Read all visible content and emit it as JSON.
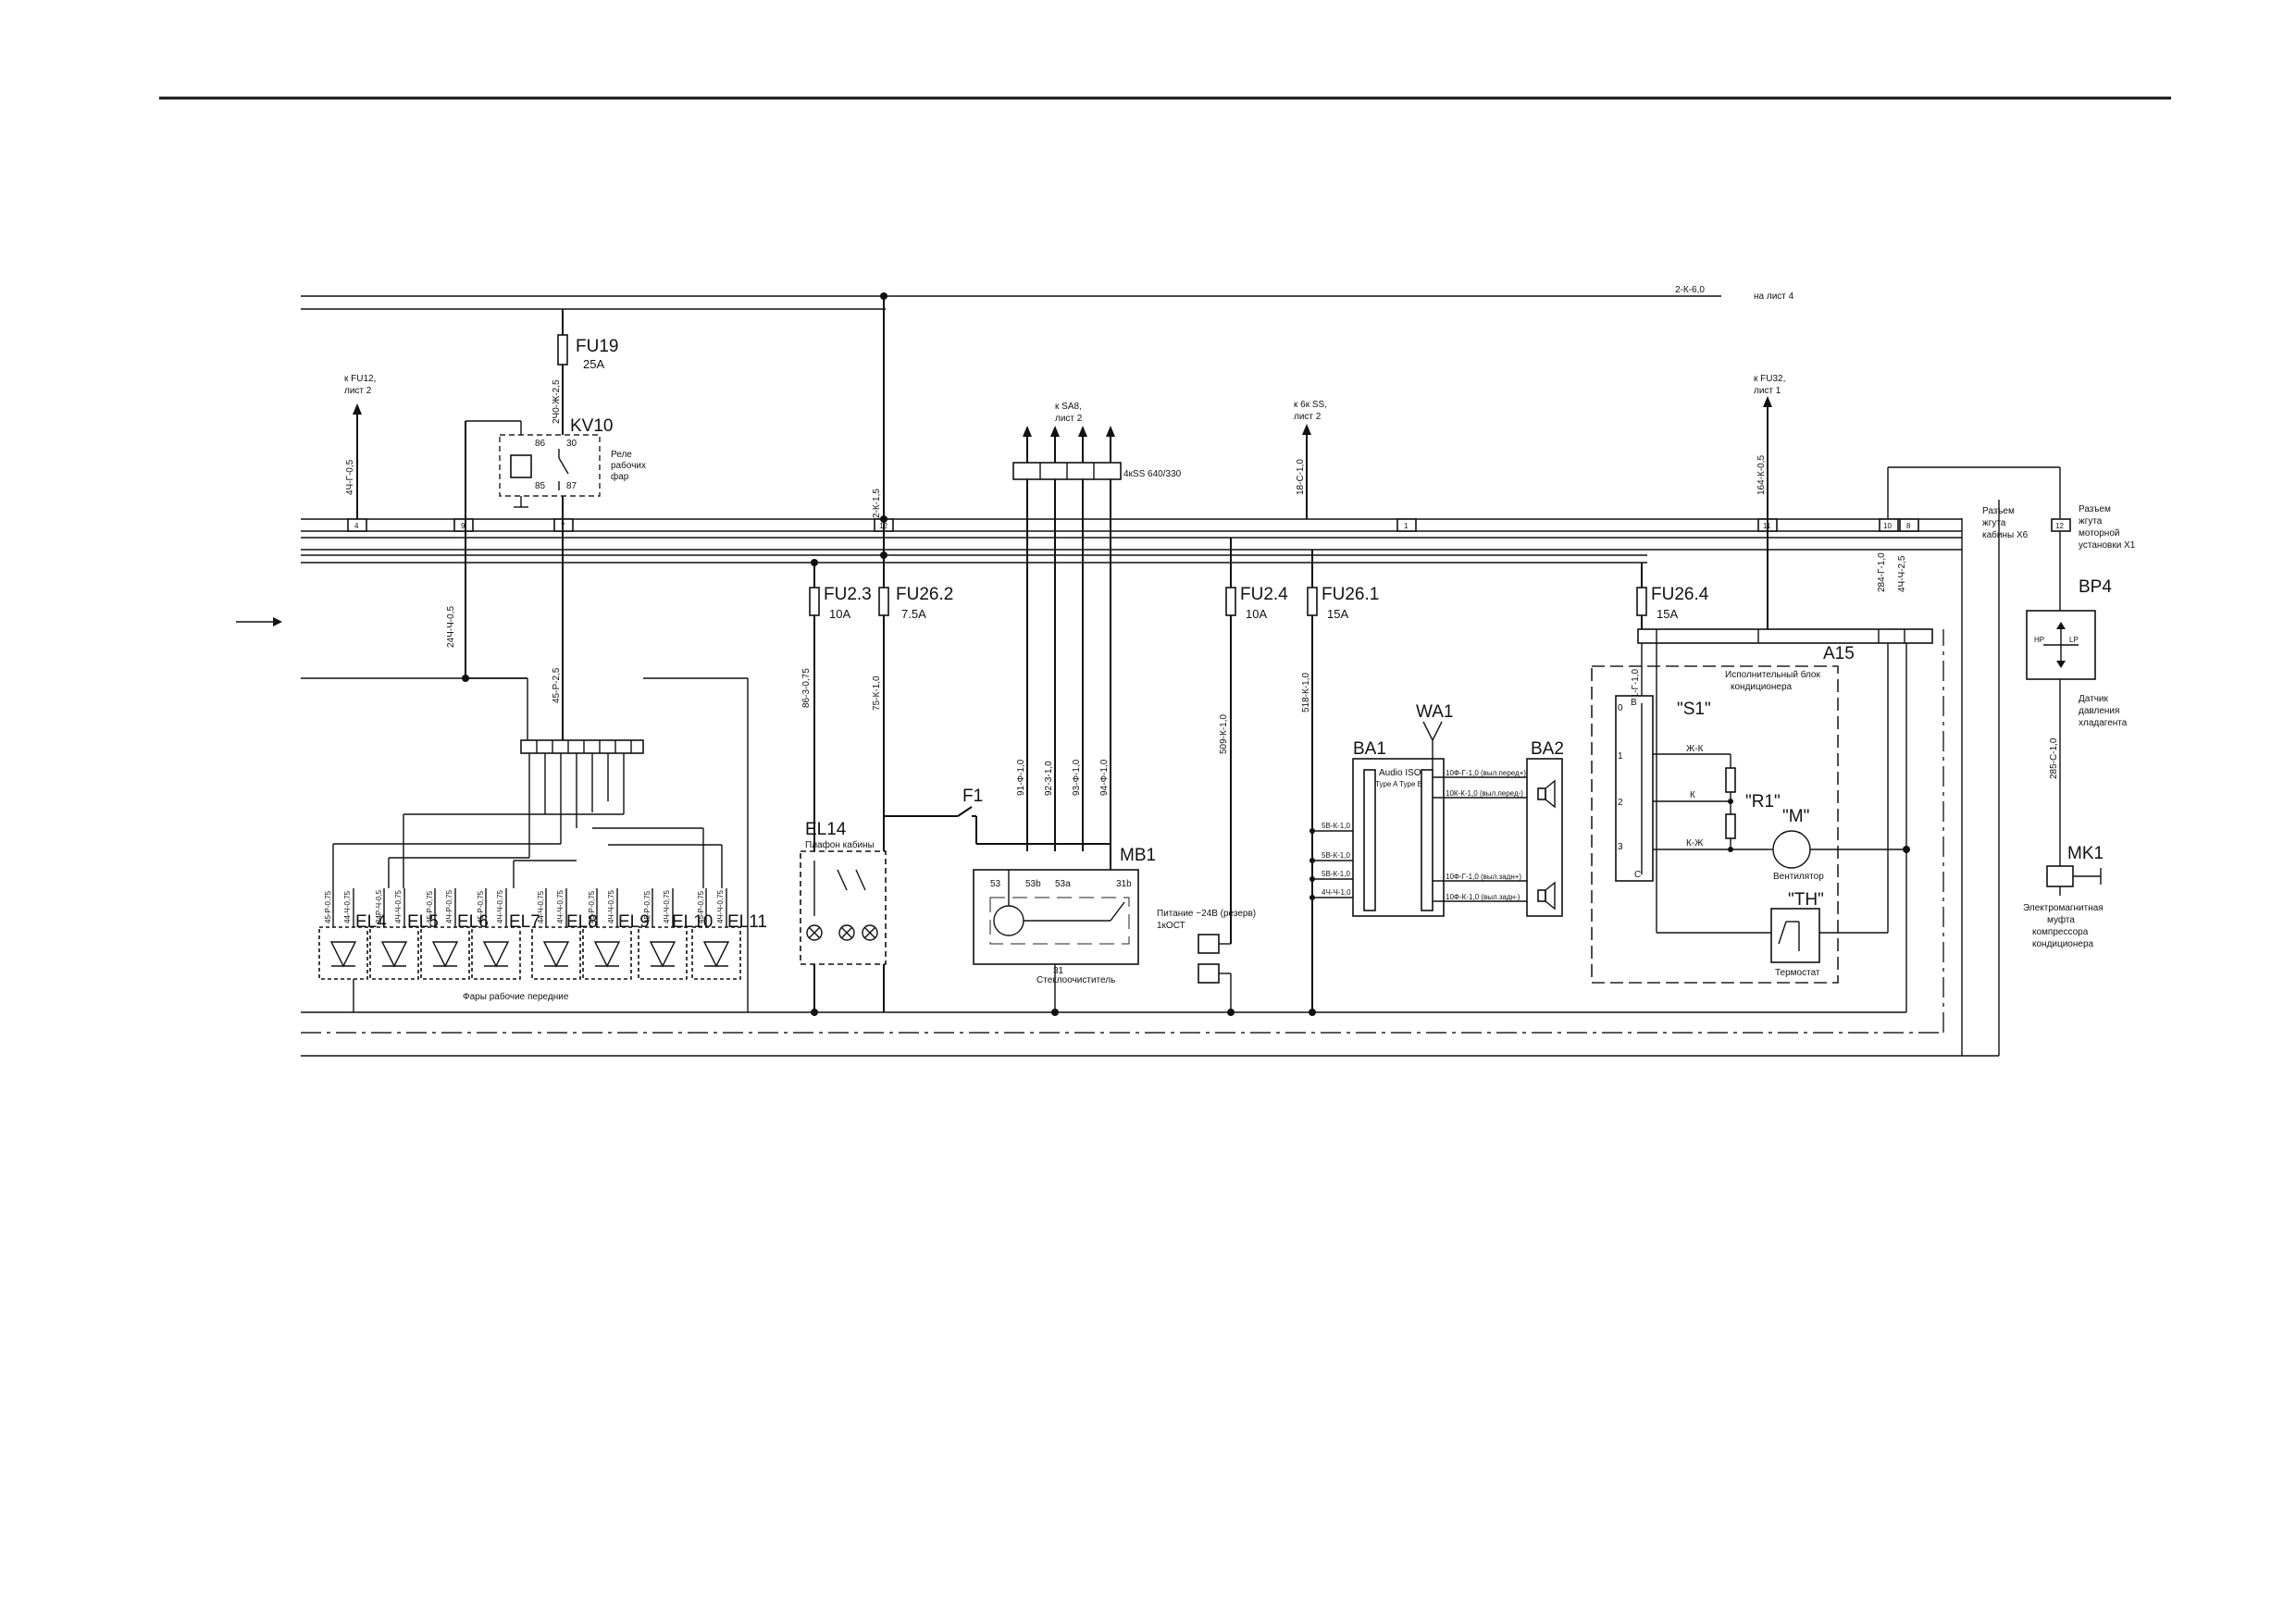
{
  "components": {
    "fu19": {
      "id": "FU19",
      "rating": "25A"
    },
    "kv10": {
      "id": "KV10",
      "desc": [
        "Реле",
        "рабочих",
        "фар"
      ],
      "pins": [
        "86",
        "30",
        "85",
        "87"
      ]
    },
    "fu2_3": {
      "id": "FU2.3",
      "rating": "10A"
    },
    "fu26_2": {
      "id": "FU26.2",
      "rating": "7.5A"
    },
    "fu2_4": {
      "id": "FU2.4",
      "rating": "10A"
    },
    "fu26_1": {
      "id": "FU26.1",
      "rating": "15A"
    },
    "fu26_4": {
      "id": "FU26.4",
      "rating": "15A"
    },
    "el14": {
      "id": "EL14",
      "desc": "Плафон кабины"
    },
    "f1": {
      "id": "F1"
    },
    "mb1": {
      "id": "MB1",
      "desc": "Стеклоочиститель",
      "pins": [
        "53",
        "53b",
        "53a",
        "31b",
        "31"
      ]
    },
    "ba1": {
      "id": "BA1",
      "desc": [
        "Audio ISO",
        "Type A Type B"
      ]
    },
    "wa1": {
      "id": "WA1"
    },
    "ba2": {
      "id": "BA2"
    },
    "a15": {
      "id": "A15",
      "desc": [
        "Исполнительный блок",
        "кондиционера"
      ]
    },
    "s1": {
      "id": "\"S1\""
    },
    "r1": {
      "id": "\"R1\""
    },
    "m": {
      "id": "\"M\"",
      "desc": "Вентилятор"
    },
    "th": {
      "id": "\"TH\"",
      "desc": "Термостат"
    },
    "bp4": {
      "id": "BP4",
      "desc": [
        "Датчик",
        "давления",
        "хладагента"
      ],
      "pins": [
        "HP",
        "LP"
      ]
    },
    "mk1": {
      "id": "MK1",
      "desc": [
        "Электромагнитная",
        "муфта",
        "компрессора",
        "кондиционера"
      ]
    },
    "lamps": [
      "EL4",
      "EL5",
      "EL6",
      "EL7",
      "EL8",
      "EL9",
      "EL10",
      "EL11"
    ],
    "lamp_wires": [
      "45-Р-0,75",
      "44-Ч-0,75",
      "24Р-Ч-0,5",
      "4Ч-Ч-0,75",
      "45-Р-0,75",
      "4Ч-Р-0,75",
      "45-Р-0,75",
      "4Ч-Ч-0,75",
      "44-Ч-0,75",
      "4Ч-Ч-0,75",
      "45-Р-0,75",
      "4Ч-Ч-0,75",
      "45-Р-0,75",
      "4Ч-Ч-0,75",
      "45-Р-0,75",
      "4Ч-Ч-0,75"
    ],
    "lamps_caption": "Фары рабочие передние"
  },
  "labels": {
    "top_wire": "2-К-6,0",
    "to_sheet4": "на лист 4",
    "to_fu12": [
      "к FU12,",
      "лист 2"
    ],
    "to_sa8": [
      "к SA8,",
      "лист 2"
    ],
    "to_ss": [
      "к 6к SS,",
      "лист 2"
    ],
    "to_fu32": [
      "к FU32,",
      "лист 1"
    ],
    "connector_ss": "4кSS 640/330",
    "reserve": [
      "Питание ~24В (резерв)",
      "1кОСТ"
    ],
    "x6": [
      "Разъем",
      "жгута",
      "кабины Х6"
    ],
    "x1": [
      "Разъем",
      "жгута",
      "моторной",
      "установки Х1"
    ],
    "s1_positions": [
      "0",
      "1",
      "2",
      "3",
      "В",
      "С"
    ],
    "s1_wires": [
      "Ж-К",
      "К",
      "К-Ж"
    ],
    "ba1_wires": [
      "5В-К-1,0",
      "5В-К-1,0",
      "5В-К-1,0",
      "4Ч-Ч-1,0"
    ],
    "ba2_wires": [
      "10Ф-Г-1,0 (выл.перед+)",
      "10К-К-1,0 (выл.перед-)",
      "10Ф-Г-1,0 (выл.задн+)",
      "10Ф-К-1,0 (выл.задн-)"
    ]
  },
  "wires": {
    "w_fu12": "4Ч-Г-0,5",
    "w_fu19": "2Ч0-Ж-2,5",
    "w_kv": "24Ч-Ч-0,5",
    "w_45": "45-Р-2,5",
    "w_2k": "2-К-1,5",
    "w_86": "86-3-0,75",
    "w_75": "75-К-1,0",
    "w_91": "91-Ф-1,0",
    "w_92": "92-З-1,0",
    "w_93": "93-Ф-1,0",
    "w_94": "94-Ф-1,0",
    "w_ss": "18-С-1,0",
    "w_509": "509-К-1,0",
    "w_518": "518-К-1,0",
    "w_fu32": "164-К-0,5",
    "w_81": "81-Г-1,0",
    "w_284": "284-Г-1,0",
    "w_44": "4Ч-Ч-2,5",
    "w_285": "285-С-1,0"
  },
  "bus_terminals": [
    "4",
    "9",
    "7",
    "12",
    "1",
    "11",
    "10",
    "8",
    "12"
  ]
}
